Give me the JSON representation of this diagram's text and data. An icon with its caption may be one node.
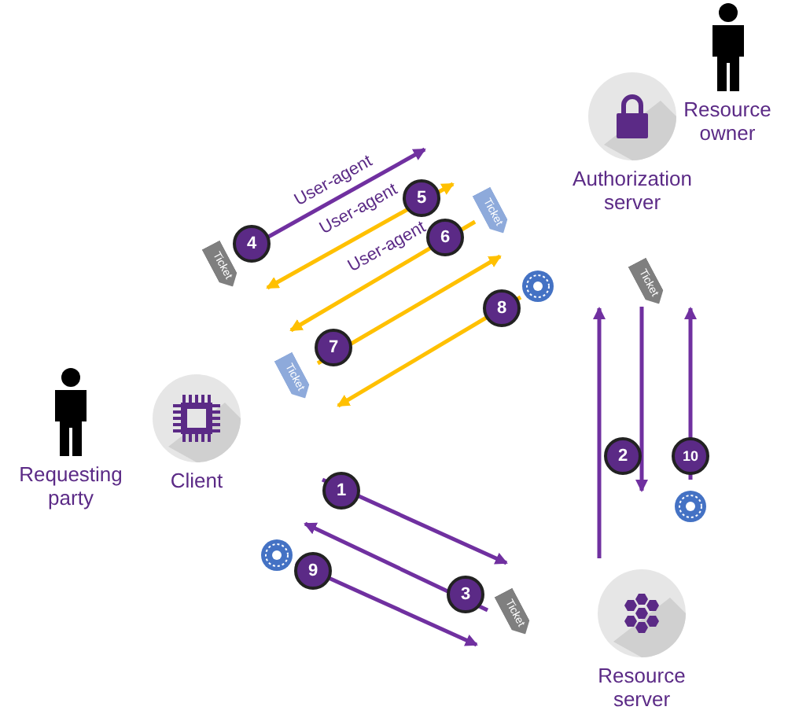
{
  "diagram": {
    "nodes": [
      {
        "text": [
          "Resource owner"
        ]
      },
      {
        "text": [
          "Authorization server"
        ]
      },
      {
        "text": [
          "Requesting party"
        ]
      },
      {
        "text": [
          "Client"
        ]
      },
      {
        "text": [
          "Resource server"
        ]
      }
    ],
    "labels": [
      "User-agent",
      "User-agent",
      "User-agent",
      "Ticket",
      "Ticket",
      "Ticket",
      "Ticket",
      "Ticket",
      "4",
      "5",
      "6",
      "7",
      "8",
      "2",
      "10",
      "1",
      "9",
      "3"
    ]
  }
}
